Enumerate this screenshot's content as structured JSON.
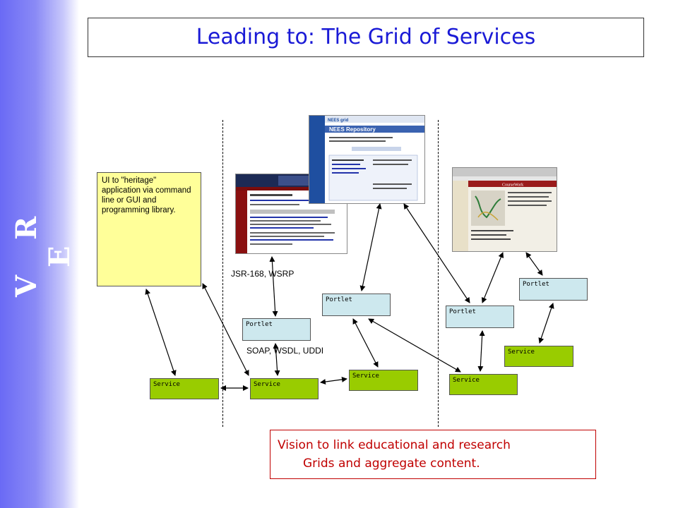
{
  "slide": {
    "sidebar_label": "V R E",
    "title": "Leading to: The Grid of Services",
    "ui_box_text": "UI to \"heritage\" application via command line or GUI and programming library.",
    "jsr_label": "JSR-168, WSRP",
    "soap_label": "SOAP, WSDL, UDDI",
    "vision_line1": "Vision to link educational and research",
    "vision_line2": "Grids and aggregate content.",
    "portlet_label": "Portlet",
    "service_label": "Service",
    "nees_title": "NEES Repository",
    "coursework_title": "CourseWork"
  },
  "colors": {
    "title": "#1a1ad6",
    "sidebar": "#6a6af5",
    "ui_box": "#ffff99",
    "portlet": "#cde8ee",
    "service": "#99cc00",
    "vision": "#c00000"
  }
}
